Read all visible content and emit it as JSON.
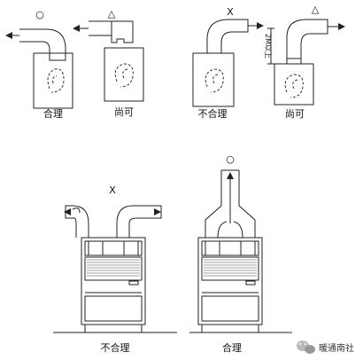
{
  "top_row": [
    {
      "symbol": "○",
      "label": "合理"
    },
    {
      "symbol": "△",
      "label": "尚可"
    },
    {
      "symbol": "X",
      "label": "不合理"
    },
    {
      "symbol": "△",
      "label": "尚可",
      "dimension": "2M以上"
    }
  ],
  "bottom_row": [
    {
      "symbol": "X",
      "label": "不合理"
    },
    {
      "symbol": "○",
      "label": "合理"
    }
  ],
  "watermark": {
    "text": "暖通南社",
    "icon": "wechat-icon"
  }
}
